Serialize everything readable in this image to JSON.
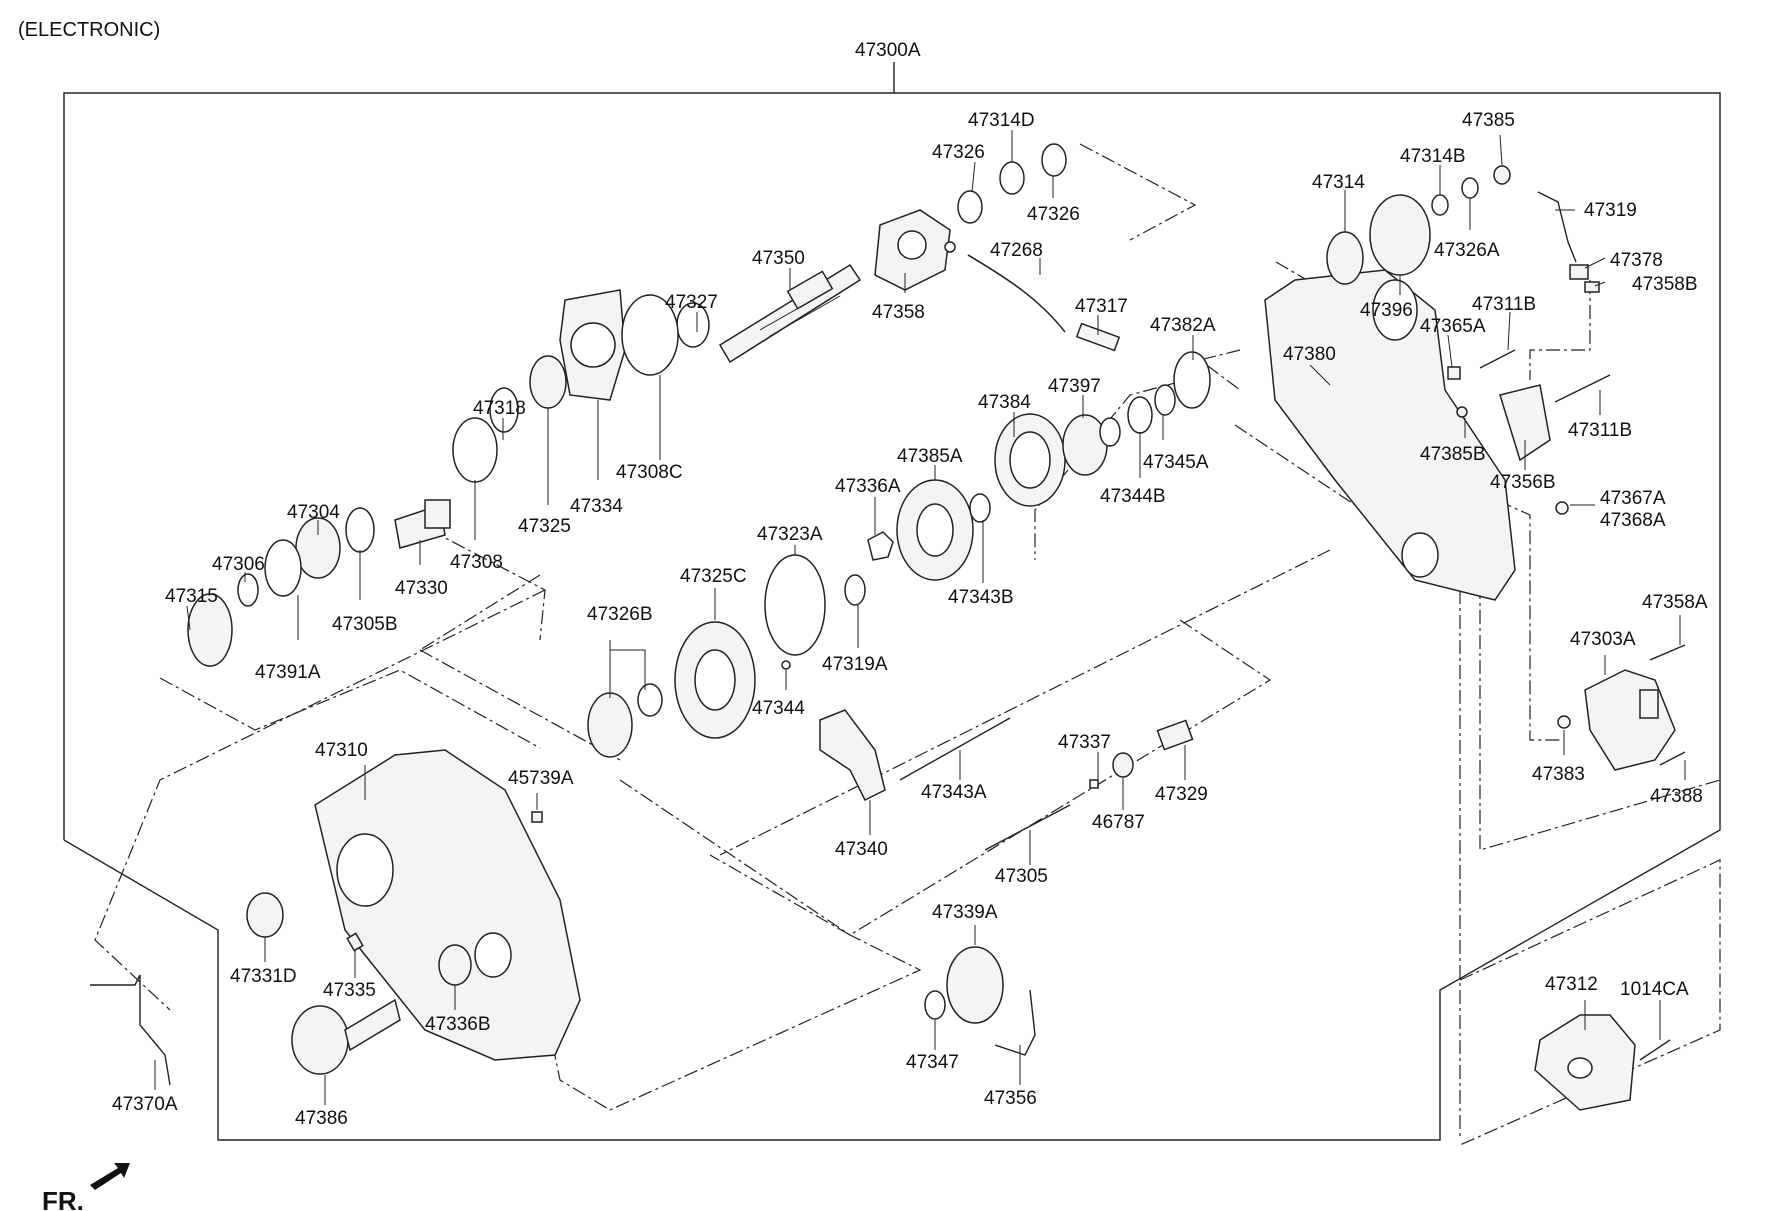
{
  "header": {
    "variant": "(ELECTRONIC)",
    "assembly": "47300A"
  },
  "footer": {
    "direction": "FR."
  },
  "parts": {
    "p47314D": "47314D",
    "p47326_a": "47326",
    "p47326_b": "47326",
    "p47268": "47268",
    "p47350": "47350",
    "p47358": "47358",
    "p47317": "47317",
    "p47327": "47327",
    "p47382A": "47382A",
    "p47397": "47397",
    "p47384": "47384",
    "p47318": "47318",
    "p47308C": "47308C",
    "p47334": "47334",
    "p47325": "47325",
    "p47304": "47304",
    "p47306": "47306",
    "p47315": "47315",
    "p47308": "47308",
    "p47330": "47330",
    "p47305B": "47305B",
    "p47391A": "47391A",
    "p47385A": "47385A",
    "p47336A": "47336A",
    "p47344B": "47344B",
    "p47345A": "47345A",
    "p47323A": "47323A",
    "p47325C": "47325C",
    "p47326B": "47326B",
    "p47343B": "47343B",
    "p47319A": "47319A",
    "p47344": "47344",
    "p47310": "47310",
    "p45739A": "45739A",
    "p47337": "47337",
    "p47329": "47329",
    "p46787": "46787",
    "p47343A": "47343A",
    "p47340": "47340",
    "p47305": "47305",
    "p47331D": "47331D",
    "p47335": "47335",
    "p47336B": "47336B",
    "p47386": "47386",
    "p47370A": "47370A",
    "p47339A": "47339A",
    "p47347": "47347",
    "p47356": "47356",
    "p47385": "47385",
    "p47314B": "47314B",
    "p47314": "47314",
    "p47319": "47319",
    "p47326A": "47326A",
    "p47378": "47378",
    "p47358B": "47358B",
    "p47396": "47396",
    "p47311B_a": "47311B",
    "p47365A": "47365A",
    "p47380": "47380",
    "p47385B": "47385B",
    "p47311B_b": "47311B",
    "p47356B": "47356B",
    "p47367A": "47367A",
    "p47368A": "47368A",
    "p47358A": "47358A",
    "p47303A": "47303A",
    "p47383": "47383",
    "p47388": "47388",
    "p47312": "47312",
    "p1014CA": "1014CA"
  }
}
